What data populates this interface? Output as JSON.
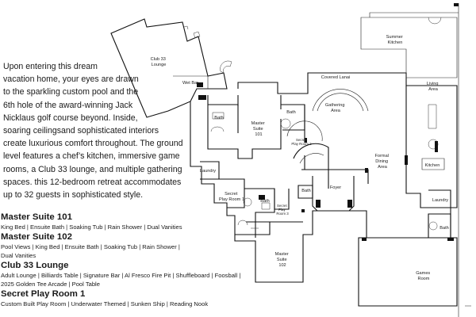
{
  "intro": {
    "lines": [
      "Upon entering this dream",
      "vacation home, your eyes are drawn",
      "to the sparkling custom pool and the",
      "6th hole of the award-winning Jack",
      "Nicklaus  golf course beyond. Inside,",
      "soaring ceilingsand sophisticated interiors",
      "create luxurious comfort throughout. The ground",
      " level features a chef’s kitchen, immersive game",
      "rooms, a Club 33 lounge, and multiple gathering",
      "spaces. this 12-bedroom retreat accommodates",
      "up to 32 guests in sophisticated style."
    ]
  },
  "sections": [
    {
      "heading": "Master Suite 101",
      "features": [
        "King Bed  |  Ensuite Bath  |  Soaking Tub  |  Rain Shower  |  Dual Vanities"
      ]
    },
    {
      "heading": "Master Suite 102",
      "features": [
        "Pool Views  |  King Bed  |  Ensuite Bath  |  Soaking Tub  |  Rain Shower  |",
        "Dual Vanities"
      ]
    },
    {
      "heading": "Club 33 Lounge",
      "features": [
        "Adult Lounge  |  Billiards Table  |  Signature Bar  |  Al Fresco Fire Pit  |  Shuffleboard  |  Foosball  |",
        "2025 Golden Tee Arcade  |  Pool Table"
      ]
    },
    {
      "heading": "Secret Play Room 1",
      "features": [
        "Custom Built Play Room  |  Underwater Themed  |  Sunken Ship  |  Reading Nook"
      ]
    }
  ],
  "plan_labels": {
    "club33": [
      "Club 33",
      "Lounge"
    ],
    "wet_bar": "Wet Bar",
    "summer_kitchen": [
      "Summer",
      "Kitchen"
    ],
    "covered_lanai": "Covered Lanai",
    "living_area": [
      "Living",
      "Area"
    ],
    "gathering_area": [
      "Gathering",
      "Area"
    ],
    "bath_master101": "Bath",
    "master101": [
      "Master",
      "Suite",
      "101"
    ],
    "bath_small": "Bath",
    "secret_play2": [
      "Secret",
      "Play Room 2"
    ],
    "formal_dining": [
      "Formal",
      "Dining",
      "Area"
    ],
    "kitchen": "Kitchen",
    "laundry_left": "Laundry",
    "secret_play1": [
      "Secret",
      "Play Room 1"
    ],
    "bath_mid": "Bath",
    "secret_play3": [
      "Secret",
      "Play",
      "Room 3"
    ],
    "foyer": "Foyer",
    "bath_right": "Bath",
    "laundry_right": "Laundry",
    "bath_lower_right": "Bath",
    "master102": [
      "Master",
      "Suite",
      "102"
    ],
    "games_room": [
      "Games",
      "Room"
    ]
  }
}
